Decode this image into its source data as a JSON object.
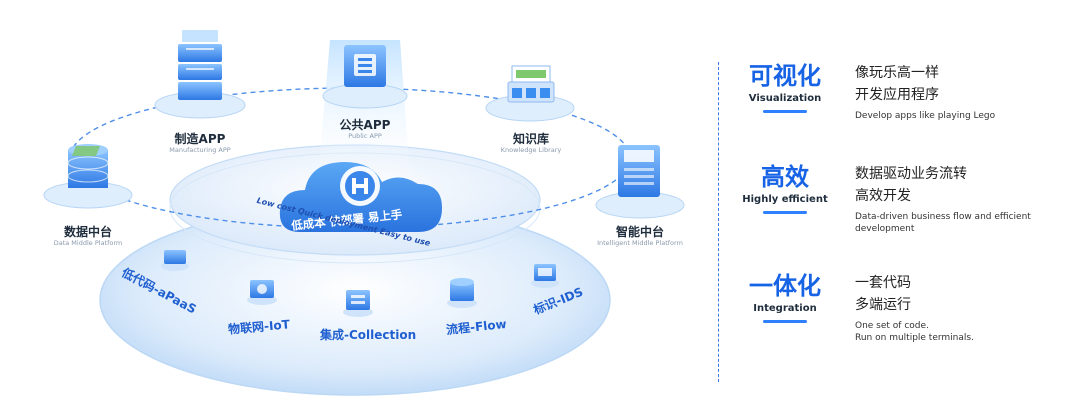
{
  "nodes": [
    {
      "cn": "制造APP",
      "en": "Manufacturing APP"
    },
    {
      "cn": "公共APP",
      "en": "Public APP"
    },
    {
      "cn": "知识库",
      "en": "Knowledge Library"
    },
    {
      "cn": "数据中台",
      "en": "Data Middle Platform"
    },
    {
      "cn": "智能中台",
      "en": "Intelligent Middle Platform"
    }
  ],
  "center": {
    "slogan_cn": "低成本 快部署 易上手",
    "slogan_en": "Low cost Quick deployment Easy to use"
  },
  "ring_labels": [
    "低代码-aPaaS",
    "物联网-IoT",
    "集成-Collection",
    "流程-Flow",
    "标识-IDS"
  ],
  "features": [
    {
      "title_cn": "可视化",
      "title_en": "Visualization",
      "desc_cn": [
        "像玩乐高一样",
        "开发应用程序"
      ],
      "desc_en": [
        "Develop apps like playing Lego"
      ]
    },
    {
      "title_cn": "高效",
      "title_en": "Highly efficient",
      "desc_cn": [
        "数据驱动业务流转",
        "高效开发"
      ],
      "desc_en": [
        "Data-driven business flow and efficient",
        "development"
      ]
    },
    {
      "title_cn": "一体化",
      "title_en": "Integration",
      "desc_cn": [
        "一套代码",
        "多端运行"
      ],
      "desc_en": [
        "One set of code.",
        "Run on multiple terminals."
      ]
    }
  ],
  "colors": {
    "accent": "#1763e6",
    "platform": "#e6f1fd",
    "platform_edge": "#a9cdf6",
    "icon_blue": "#3a8ef0"
  }
}
